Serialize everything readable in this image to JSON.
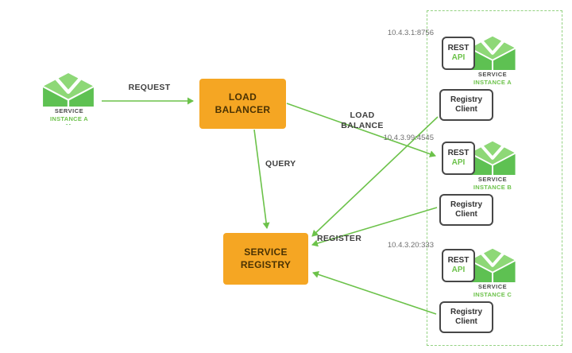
{
  "colors": {
    "green": "#6CC24A",
    "orange": "#F5A623"
  },
  "client": {
    "service": "SERVICE",
    "instance": "INSTANCE A"
  },
  "load_balancer": {
    "line1": "LOAD",
    "line2": "BALANCER"
  },
  "service_registry": {
    "line1": "SERVICE",
    "line2": "REGISTRY"
  },
  "labels": {
    "request": "REQUEST",
    "load_balance_1": "LOAD",
    "load_balance_2": "BALANCE",
    "query": "QUERY",
    "register": "REGISTER"
  },
  "instances": [
    {
      "ip": "10.4.3.1:8756",
      "rest": "REST",
      "api": "API",
      "service": "SERVICE",
      "instance": "INSTANCE A",
      "registry_1": "Registry",
      "registry_2": "Client"
    },
    {
      "ip": "10.4.3.99:4545",
      "rest": "REST",
      "api": "API",
      "service": "SERVICE",
      "instance": "INSTANCE B",
      "registry_1": "Registry",
      "registry_2": "Client"
    },
    {
      "ip": "10.4.3.20:333",
      "rest": "REST",
      "api": "API",
      "service": "SERVICE",
      "instance": "INSTANCE C",
      "registry_1": "Registry",
      "registry_2": "Client"
    }
  ]
}
